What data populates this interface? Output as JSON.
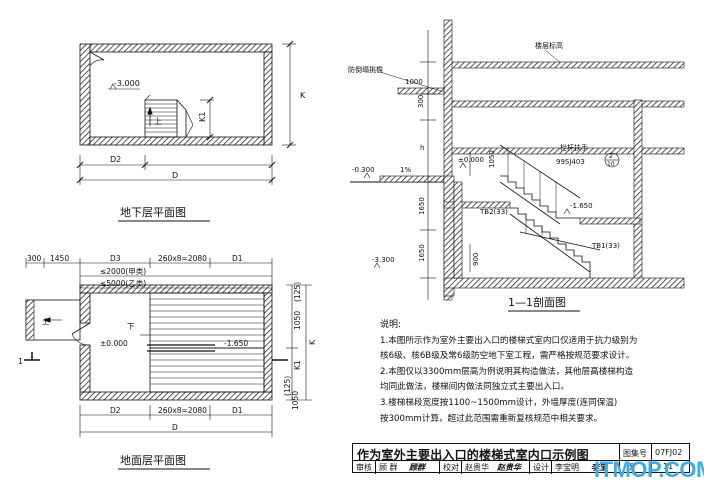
{
  "basement_plan": {
    "title": "地下层平面图",
    "elev": "-3.000",
    "up": "上",
    "dim_d2": "D2",
    "dim_d": "D",
    "dim_k": "K",
    "dim_k1": "K1"
  },
  "ground_plan": {
    "title": "地面层平面图",
    "dim_300": "300",
    "dim_1450": "1450",
    "dim_d3": "D3",
    "dim_260_top": "260x8=2080",
    "dim_d1": "D1",
    "note_a": "≤2000(甲类)",
    "note_b": "≤5000(乙类)",
    "up": "上",
    "down": "下",
    "elev_0": "±0.000",
    "elev_1650": "-1.650",
    "dim_d2": "D2",
    "dim_260_bottom": "260x8=2080",
    "dim_d1_bottom": "D1",
    "dim_d": "D",
    "dim_125_top": "(125)",
    "dim_1050": "1050",
    "dim_k1": "K1",
    "dim_k": "K",
    "dim_125_bottom": "(125)",
    "dim_1050_b": "1050",
    "section_mark": "1"
  },
  "section": {
    "title": "1—1剖面图",
    "label_floor": "楼层标高",
    "label_rail": "防倒塌挑檐",
    "dim_1000": "1000",
    "dim_300": "300",
    "dim_h": "h",
    "elev_03": "-0.300",
    "slope": "1%",
    "elev_0": "±0.000",
    "dim_1050": "1050",
    "rail_label": "栏杆扶手",
    "rail_ref": "99SJ403",
    "circle_top": "2",
    "circle_bot": "10",
    "tb2": "TB2(33)",
    "elev_1650": "-1.650",
    "tb1": "TB1(33)",
    "dim_1650a": "1650",
    "dim_1650b": "1650",
    "dim_900": "900",
    "elev_3300": "-3.300"
  },
  "notes": {
    "head": "说明:",
    "lines": [
      "1.本图所示作为室外主要出入口的楼梯式室内口仅适用于抗力级别为",
      "核6级、核6B级及常6级防空地下室工程，需严格按规范要求设计。",
      "2.本图仅以3300mm层高为例说明其构造做法，其他层高楼梯构造",
      "均同此做法，楼梯间内做法同独立式主要出入口。",
      "3.楼梯梯段宽度按1100~1500mm设计，外墙厚度(连同保温)",
      "按300mm计算，超过此范围需重新复核规范中相关要求。"
    ]
  },
  "title_block": {
    "title": "作为室外主要出入口的楼梯式室内口示例图",
    "atlas_label": "图集号",
    "atlas_no": "07FJ02",
    "review": "审核",
    "review_name": "顾 群",
    "check": "校对",
    "check_name": "赵贵华",
    "design": "设计",
    "design_name": "李宝明",
    "page_label": "页",
    "page_no": "11"
  },
  "watermark": "ITMOP.COM"
}
